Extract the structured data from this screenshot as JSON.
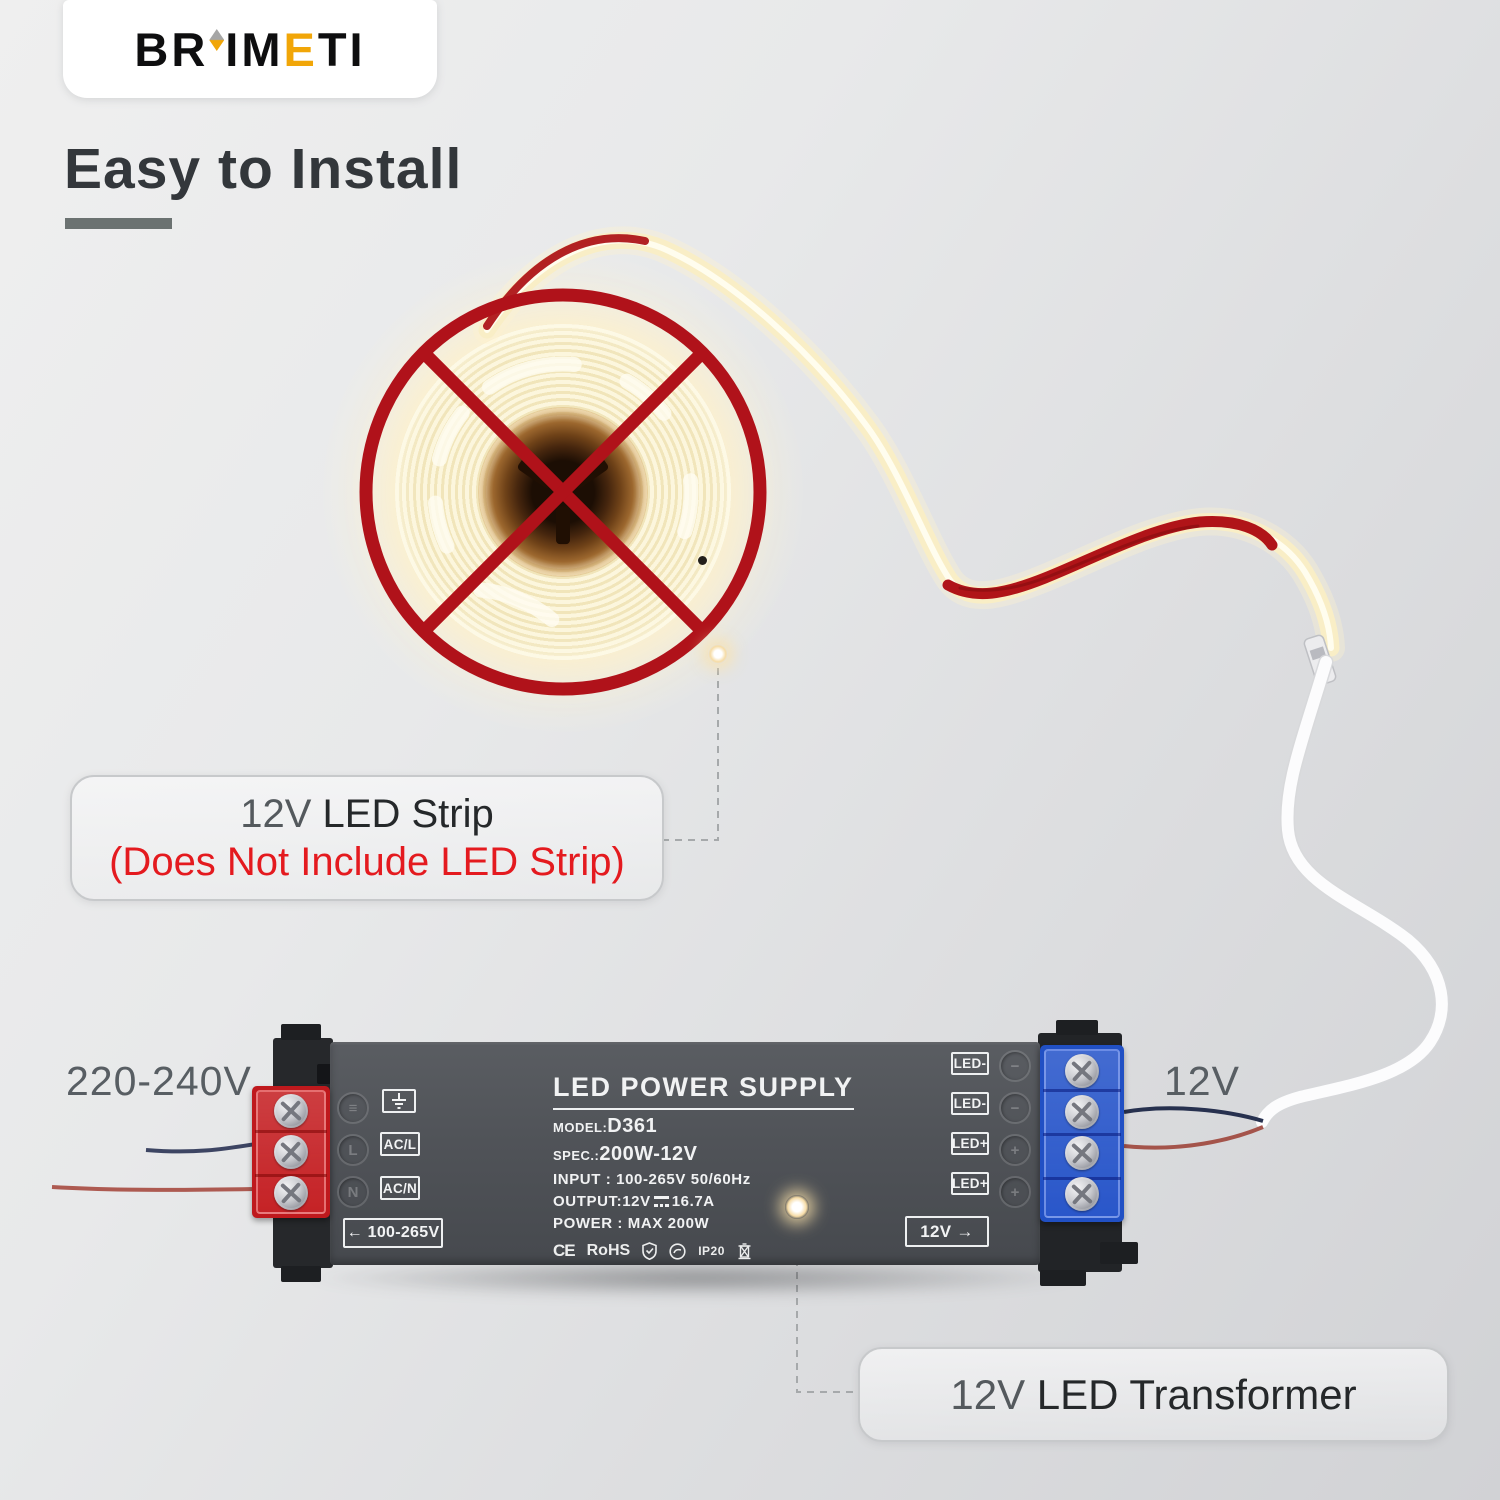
{
  "brand": {
    "logo_left": "BR",
    "logo_mid": "IM",
    "logo_accent": "E",
    "logo_right": "TI"
  },
  "heading": "Easy to Install",
  "voltage_labels": {
    "input": "220-240V",
    "output": "12V"
  },
  "callout_strip": {
    "title_prefix": "12V",
    "title_rest": " LED Strip",
    "note": "(Does Not Include LED Strip)"
  },
  "callout_transformer": {
    "prefix": "12V",
    "rest": " LED Transformer"
  },
  "psu": {
    "title": "LED POWER SUPPLY",
    "model_label": "MODEL:",
    "model": "D361",
    "spec_label": "SPEC.:",
    "spec": "200W-12V",
    "input_line": "INPUT : 100-265V 50/60Hz",
    "output_prefix": "OUTPUT:12V",
    "output_suffix": "16.7A",
    "power_line": "POWER : MAX 200W",
    "cert_ce": "CE",
    "cert_rohs": "RoHS",
    "cert_ip": "IP20",
    "acl": "AC/L",
    "acn": "AC/N",
    "input_range": "← 100-265V",
    "led_ports": [
      "LED-",
      "LED-",
      "LED+",
      "LED+"
    ],
    "output_port": "12V →",
    "emboss_left": [
      "≡",
      "L",
      "N"
    ],
    "emboss_right": [
      "−",
      "−",
      "+",
      "+"
    ]
  },
  "colors": {
    "accent_red": "#b0121a",
    "warning_red": "#e41a1f",
    "psu_body": "#4e5156",
    "terminal_red": "#bf191d",
    "terminal_blue": "#2150c4",
    "strip_glow": "#fbf0cd",
    "label_gray": "#585e63"
  }
}
